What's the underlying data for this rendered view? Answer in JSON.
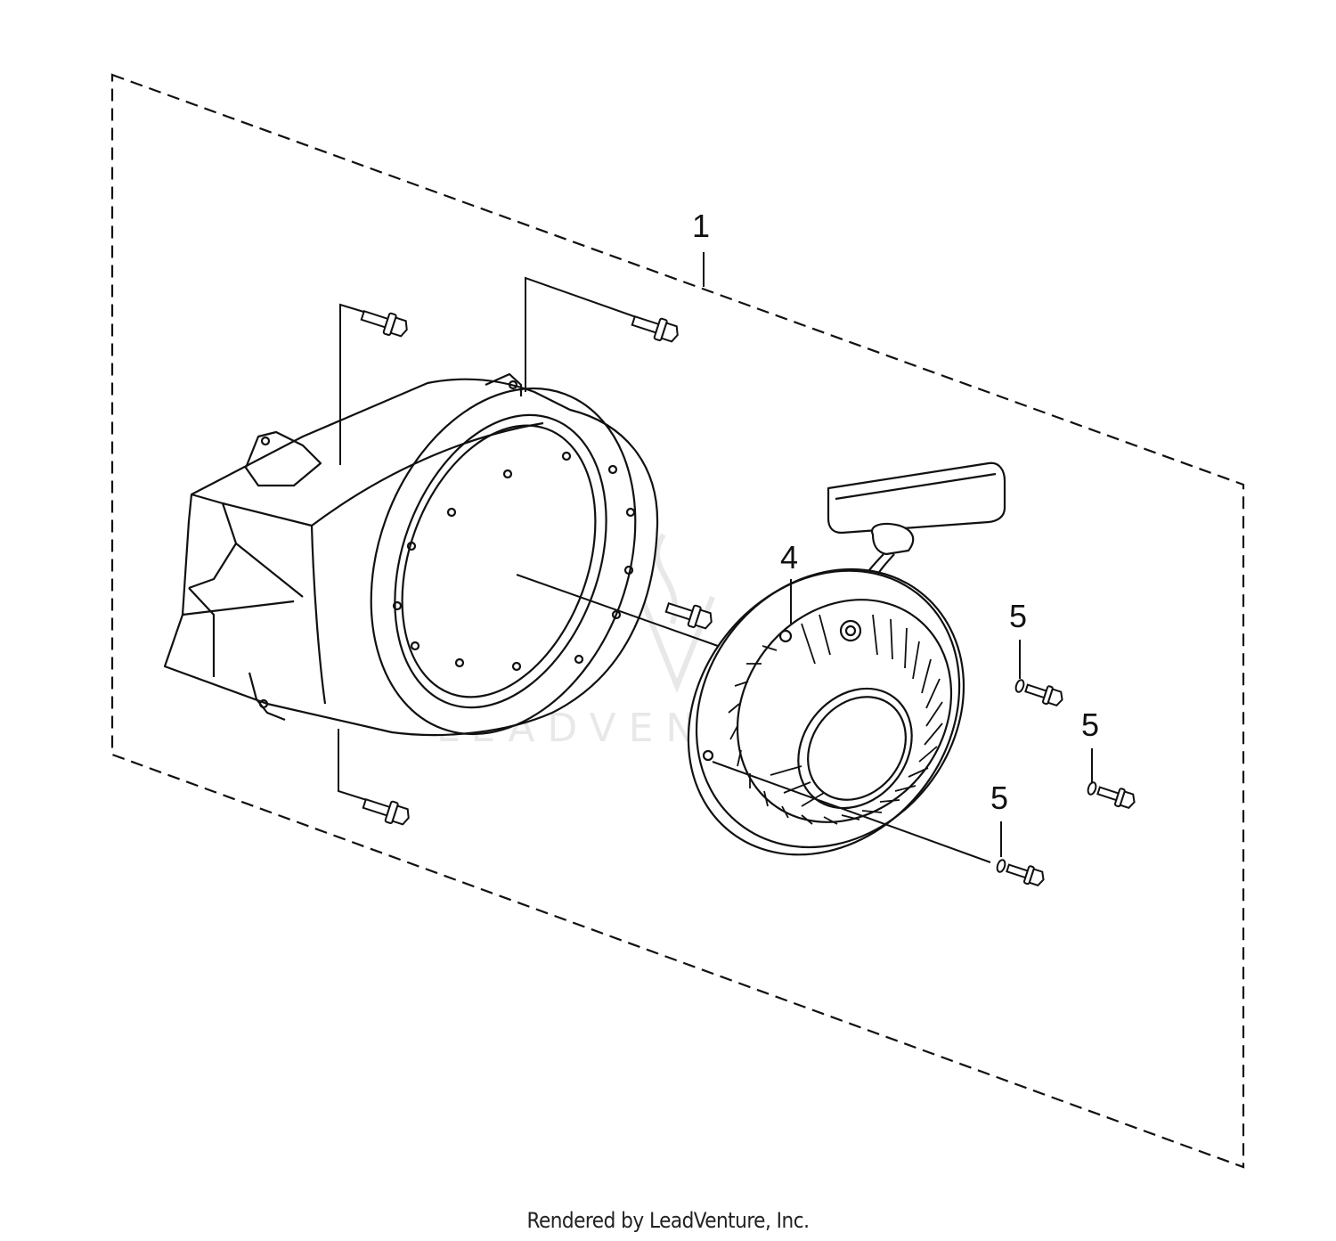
{
  "callouts": {
    "part_1": "1",
    "part_4": "4",
    "part_5a": "5",
    "part_5b": "5",
    "part_5c": "5"
  },
  "watermark": "LEADVENTURE",
  "footer": "Rendered by LeadVenture, Inc.",
  "colors": {
    "line": "#111111",
    "watermark": "#e8e8e8"
  }
}
